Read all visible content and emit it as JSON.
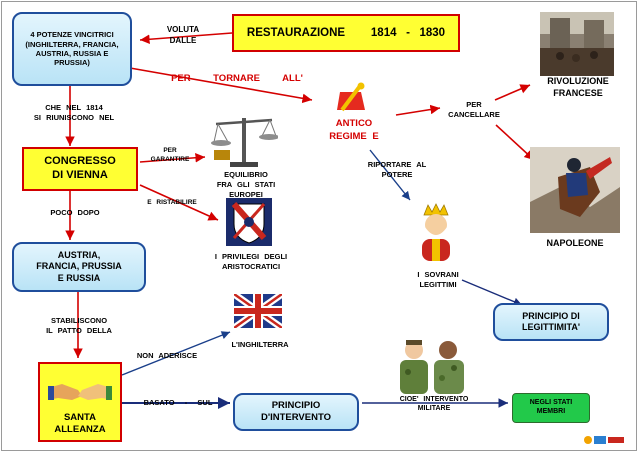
{
  "title_main": "RESTAURAZIONE",
  "title_years": "1814   -   1830",
  "potenze": "4   POTENZE VINCITRICI (INGHILTERRA, FRANCIA, AUSTRIA, RUSSIA E PRUSSIA)",
  "voluta_dalle": "VOLUTA\nDALLE",
  "per_tornare": "PER    TORNARE    ALL'",
  "antico_regime": "ANTICO\nREGIME   E",
  "per_cancellare": "PER\nCANCELLARE",
  "rivoluzione": "RIVOLUZIONE\nFRANCESE",
  "napoleone": "NAPOLEONE",
  "riportare": "RIPORTARE      AL\nPOTERE",
  "sovrani": "I    SOVRANI\nLEGITTIMI",
  "principio_legittimita": "PRINCIPIO     DI LEGITTIMITA'",
  "che_nel": "CHE    NEL    1814\nSI    RIUNISCONO    NEL",
  "congresso": "CONGRESSO\nDI    VIENNA",
  "per_garantire": "PER\nGARANTIRE",
  "equilibrio": "EQUILIBRIO\nFRA   GLI   STATI\nEUROPEI",
  "e_ristabilire": "E    RISTABILIRE",
  "privilegi": "I    PRIVILEGI    DEGLI\nARISTOCRATICI",
  "poco_dopo": "POCO    DOPO",
  "austria": "AUSTRIA,\nFRANCIA,     PRUSSIA\nE     RUSSIA",
  "stabiliscono": "STABILISCONO\nIL   PATTO   DELLA",
  "non_aderisce": "NON      ADERISCE",
  "inghilterra": "L'INGHILTERRA",
  "santa_alleanza": "SANTA\nALLEANZA",
  "basato_sul": "BASATO  -  SUL",
  "principio_intervento": "PRINCIPIO\nD'INTERVENTO",
  "cioe": "CIOE'     INTERVENTO\nMILITARE",
  "negli_stati": "NEGLI     STATI MEMBRI",
  "colors": {
    "blue_border": "#1f4e9c",
    "yellow": "#ffff33",
    "red_arrow": "#d40000",
    "green": "#22c94a"
  }
}
